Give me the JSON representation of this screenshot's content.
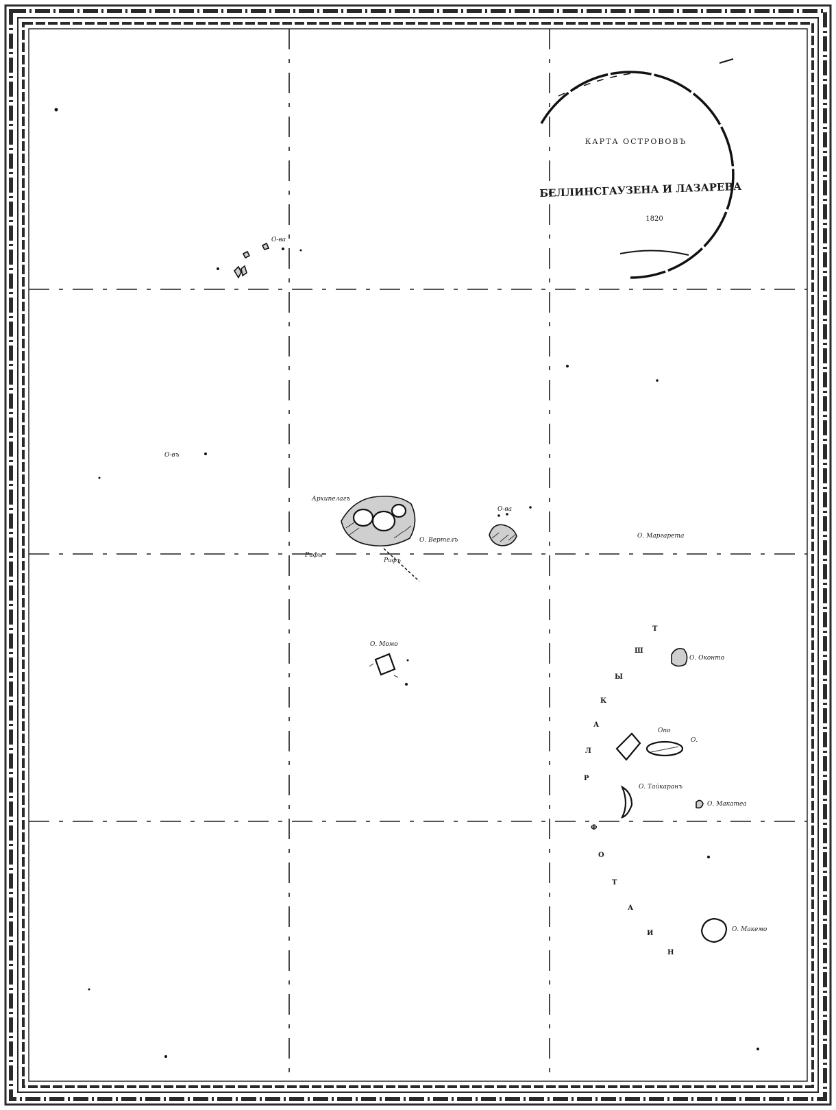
{
  "cartouche": {
    "line1": "КАРТА ОСТРОВОВЪ",
    "line2": "БЕЛЛИНСГАУЗЕНА И ЛАЗАРЕВА",
    "line3": "1820"
  },
  "archipelago_arc_letters": [
    "Т",
    "Ш",
    "Ы",
    "К",
    "А",
    "Л",
    "Р",
    "Ф",
    "О",
    "Т",
    "А",
    "И",
    "Н"
  ],
  "labels": {
    "northwest_atoll": "О-ва",
    "west_island": "О-въ",
    "large_group": "Архипелагъ",
    "large_group_sub": "О. Вертелъ",
    "large_group_south": "Рифъ",
    "large_group_reef": "Рифы",
    "east_group": "О-ва",
    "east_reef": "О. Маргарета",
    "central_island": "О. Момо",
    "arc_island_top": "О. Оконто",
    "arc_island_mid_left": "Опо",
    "arc_island_mid_right": "О.",
    "arc_island_low": "О. Тайкаранъ",
    "arc_island_low_right": "О. Макатеа",
    "arc_island_bottom": "О. Макемо"
  }
}
